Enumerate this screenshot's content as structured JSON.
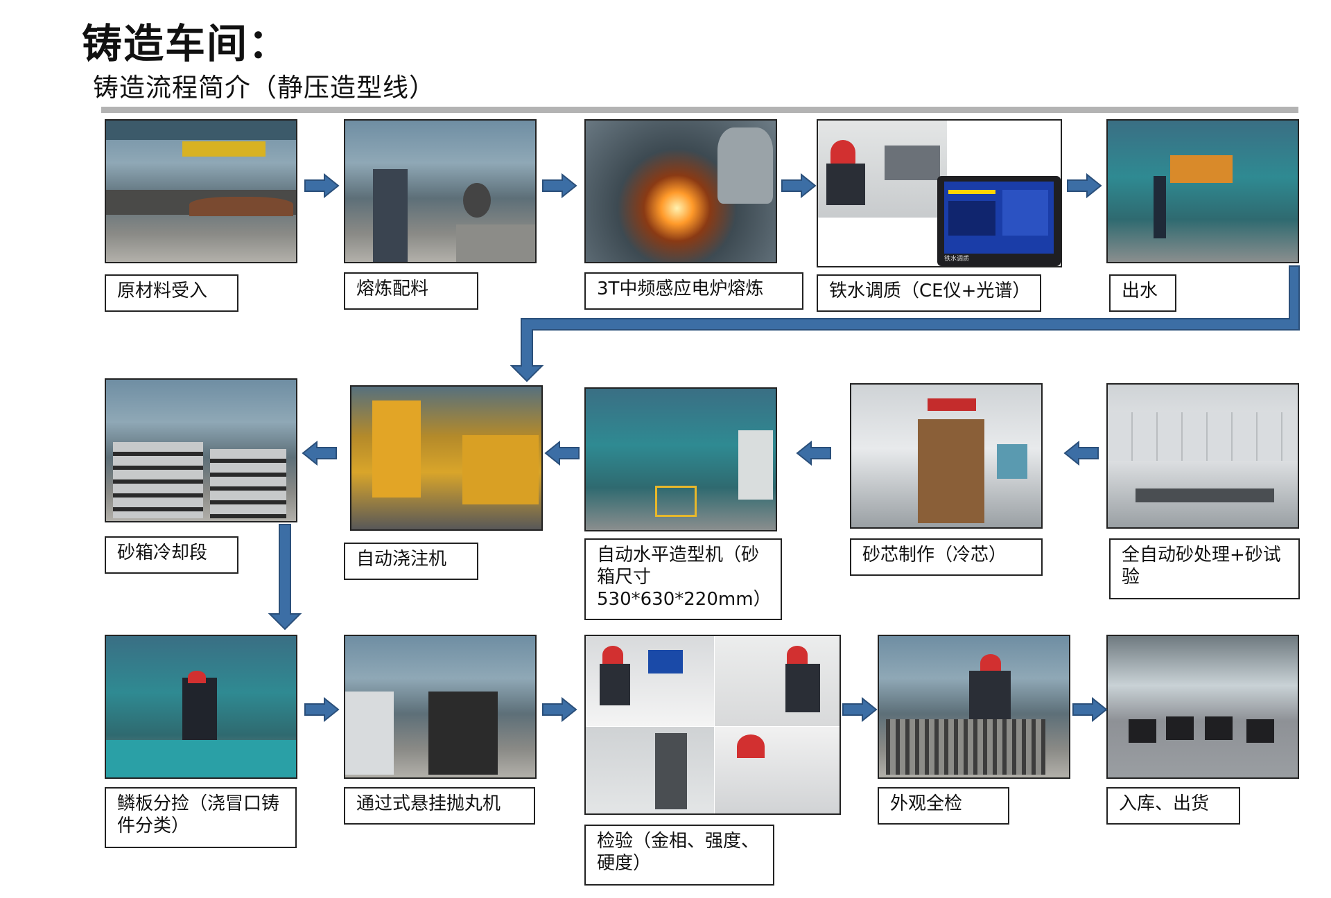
{
  "header": {
    "title": "铸造车间：",
    "subtitle": "铸造流程简介（静压造型线）"
  },
  "steps": [
    {
      "label": "原材料受入"
    },
    {
      "label": "熔炼配料"
    },
    {
      "label": "3T中频感应电炉熔炼"
    },
    {
      "label": "铁水调质（CE仪+光谱）"
    },
    {
      "label": "出水"
    },
    {
      "label": "全自动砂处理+砂试验"
    },
    {
      "label": "砂芯制作（冷芯）"
    },
    {
      "label": "自动水平造型机（砂箱尺寸530*630*220mm）"
    },
    {
      "label": "自动浇注机"
    },
    {
      "label": "砂箱冷却段"
    },
    {
      "label": "鳞板分捡（浇冒口铸件分类）"
    },
    {
      "label": "通过式悬挂抛丸机"
    },
    {
      "label": "检验（金相、强度、硬度）"
    },
    {
      "label": "外观全检"
    },
    {
      "label": "入库、出货"
    }
  ],
  "colors": {
    "arrow_fill": "#3c6ea5",
    "arrow_stroke": "#2a4f7a",
    "rule": "#b3b3b3"
  },
  "device_screen_text": "铁水调质"
}
